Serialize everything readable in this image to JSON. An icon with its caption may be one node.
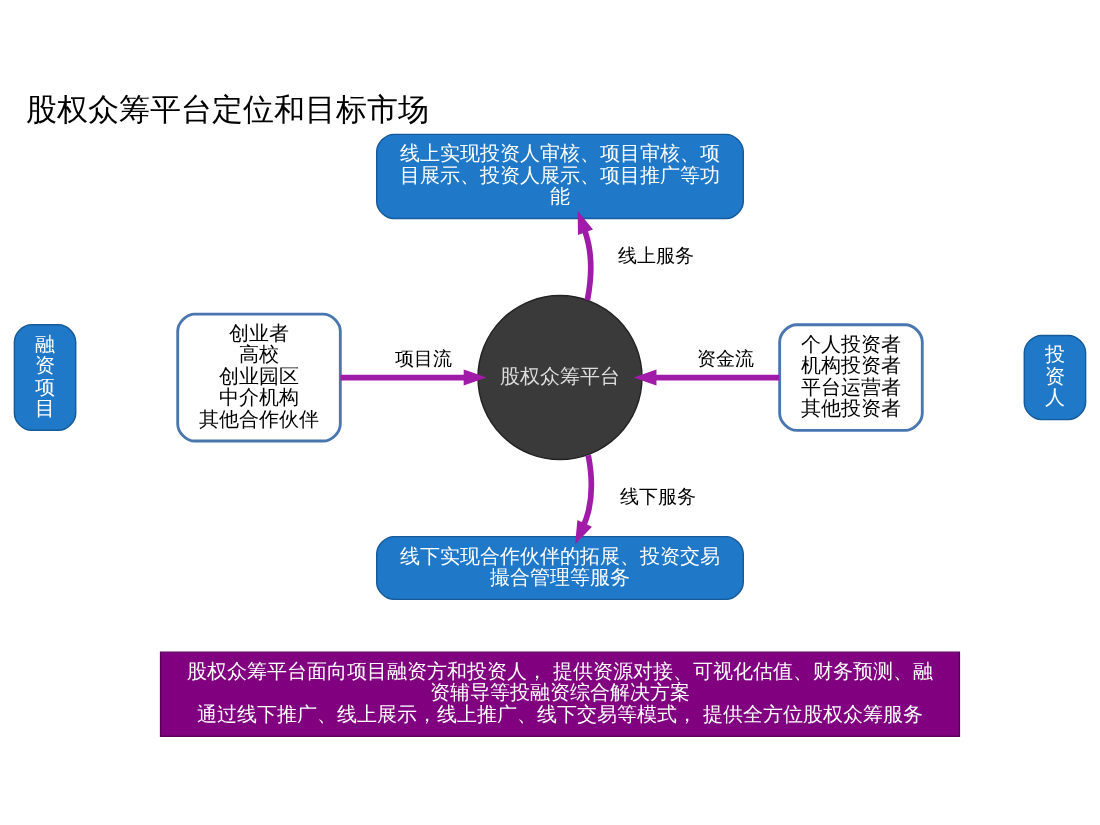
{
  "diagram": {
    "title": "股权众筹平台定位和目标市场",
    "nodes": [
      {
        "text": [
          "融资项目"
        ]
      },
      {
        "text": [
          "创业者",
          "高校",
          "创业园区",
          "中介机构",
          "其他合作伙伴"
        ]
      },
      {
        "text": [
          "股权众筹平台"
        ]
      },
      {
        "text": [
          "个人投资者",
          "机构投资者",
          "平台运营者",
          "其他投资者"
        ]
      },
      {
        "text": [
          "投资人"
        ]
      },
      {
        "text": [
          "线上实现投资人审核、项目审核、项目展示、投资人展示、项目推广等功能"
        ]
      },
      {
        "text": [
          "线下实现合作伙伴的拓展、投资交易撮合管理等服务"
        ]
      },
      {
        "text": [
          "股权众筹平台面向项目融资方和投资人， 提供资源对接、可视化估值、财务预测、融资辅导等投融资综合解决方案",
          "通过线下推广、线上展示，线上推广、线下交易等模式， 提供全方位股权众筹服务"
        ]
      }
    ],
    "edges": [
      {
        "from": 1,
        "to": 2,
        "arrow": "to",
        "label": "项目流"
      },
      {
        "from": 3,
        "to": 2,
        "arrow": "to",
        "label": "资金流"
      },
      {
        "from": 2,
        "to": 5,
        "arrow": "to",
        "label": "线上服务"
      },
      {
        "from": 2,
        "to": 6,
        "arrow": "to",
        "label": "线下服务"
      }
    ]
  }
}
